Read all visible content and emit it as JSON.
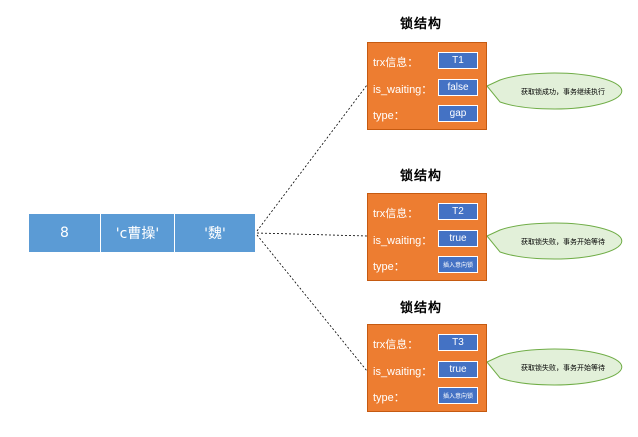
{
  "record": {
    "cells": [
      "8",
      "'c曹操'",
      "'魏'"
    ]
  },
  "locks": [
    {
      "title": "锁结构",
      "trx_label": "trx信息：",
      "trx_value": "T1",
      "waiting_label": "is_waiting：",
      "waiting_value": "false",
      "type_label": "type：",
      "type_value": "gap",
      "bubble": "获取锁成功，事务继续执行"
    },
    {
      "title": "锁结构",
      "trx_label": "trx信息：",
      "trx_value": "T2",
      "waiting_label": "is_waiting：",
      "waiting_value": "true",
      "type_label": "type：",
      "type_value": "插入意向锁",
      "bubble": "获取锁失败，事务开始等待"
    },
    {
      "title": "锁结构",
      "trx_label": "trx信息：",
      "trx_value": "T3",
      "waiting_label": "is_waiting：",
      "waiting_value": "true",
      "type_label": "type：",
      "type_value": "插入意向锁",
      "bubble": "获取锁失败，事务开始等待"
    }
  ],
  "colors": {
    "record_fill": "#5b9bd5",
    "lock_fill": "#ed7d31",
    "value_fill": "#4472c4",
    "bubble_fill": "#e2f0d9",
    "bubble_stroke": "#70ad47"
  }
}
